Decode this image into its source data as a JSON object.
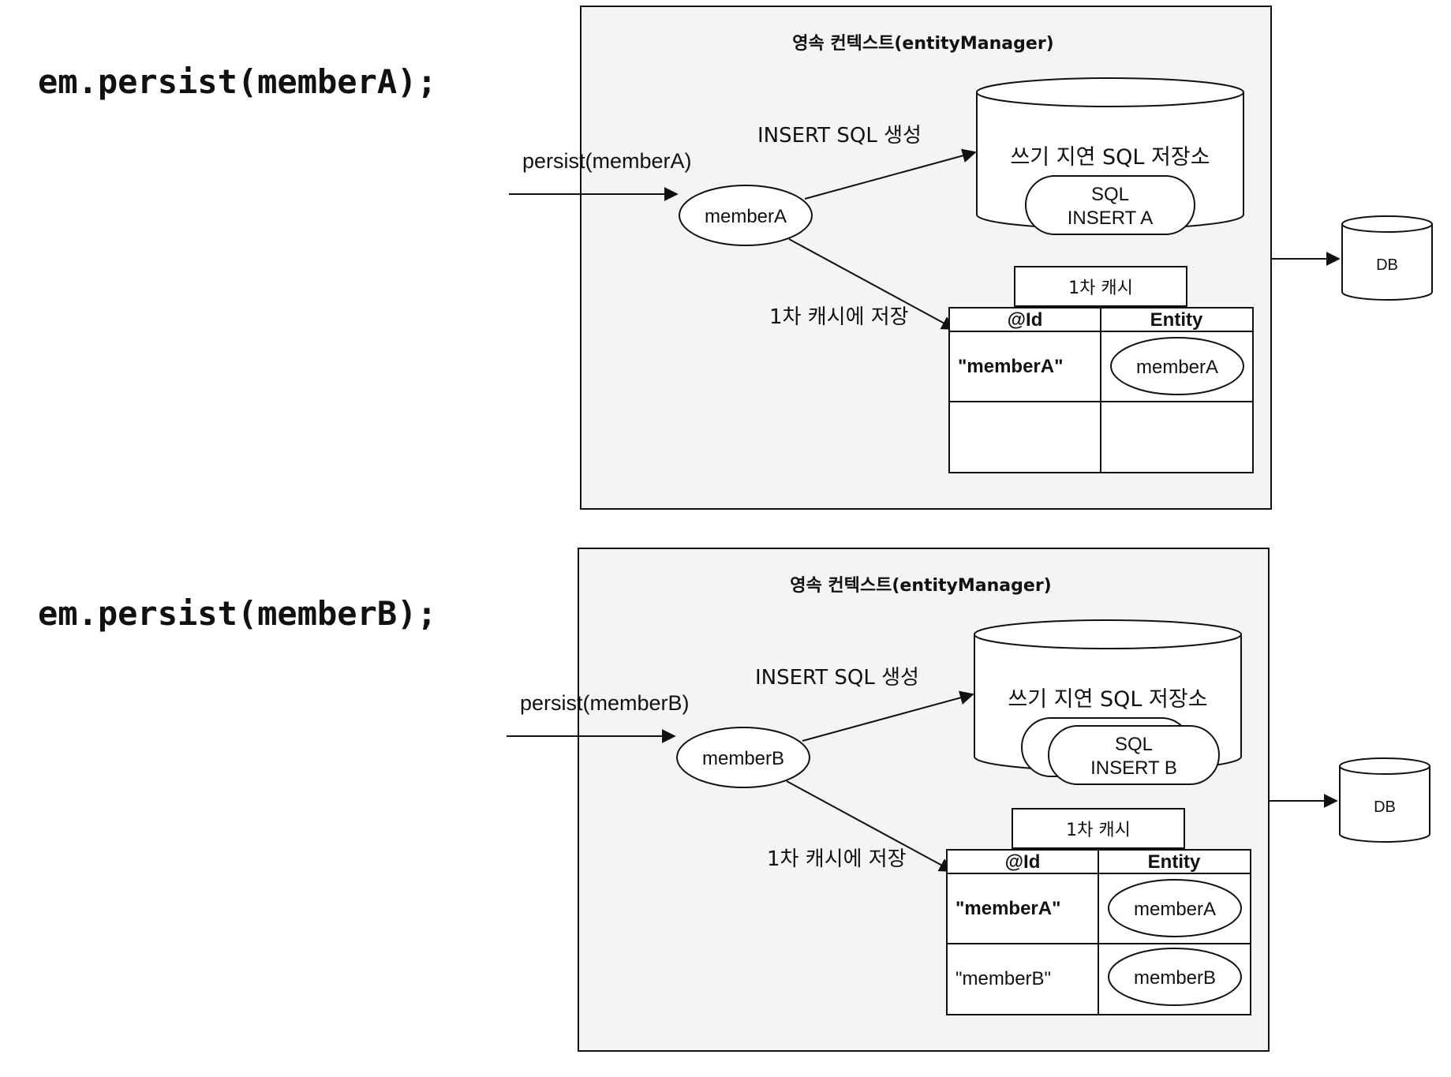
{
  "panels": [
    {
      "code": "em.persist(memberA);",
      "title": "영속 컨텍스트(entityManager)",
      "persist_label": "persist(memberA)",
      "entity_node": "memberA",
      "insert_label": "INSERT SQL 생성",
      "store_label": "쓰기 지연 SQL 저장소",
      "sql_items": [
        {
          "line1": "SQL",
          "line2": "INSERT A"
        }
      ],
      "cache_label": "1차 캐시에 저장",
      "cache_tab": "1차 캐시",
      "cache_headers": [
        "@Id",
        "Entity"
      ],
      "cache_rows": [
        {
          "id": "\"memberA\"",
          "entity": "memberA"
        },
        {
          "id": "",
          "entity": ""
        }
      ],
      "db_label": "DB"
    },
    {
      "code": "em.persist(memberB);",
      "title": "영속 컨텍스트(entityManager)",
      "persist_label": "persist(memberB)",
      "entity_node": "memberB",
      "insert_label": "INSERT SQL 생성",
      "store_label": "쓰기 지연 SQL 저장소",
      "sql_items": [
        {
          "line1": "",
          "line2": ""
        },
        {
          "line1": "SQL",
          "line2": "INSERT B"
        }
      ],
      "cache_label": "1차 캐시에 저장",
      "cache_tab": "1차 캐시",
      "cache_headers": [
        "@Id",
        "Entity"
      ],
      "cache_rows": [
        {
          "id": "\"memberA\"",
          "entity": "memberA"
        },
        {
          "id": "\"memberB\"",
          "entity": "memberB"
        }
      ],
      "db_label": "DB"
    }
  ]
}
